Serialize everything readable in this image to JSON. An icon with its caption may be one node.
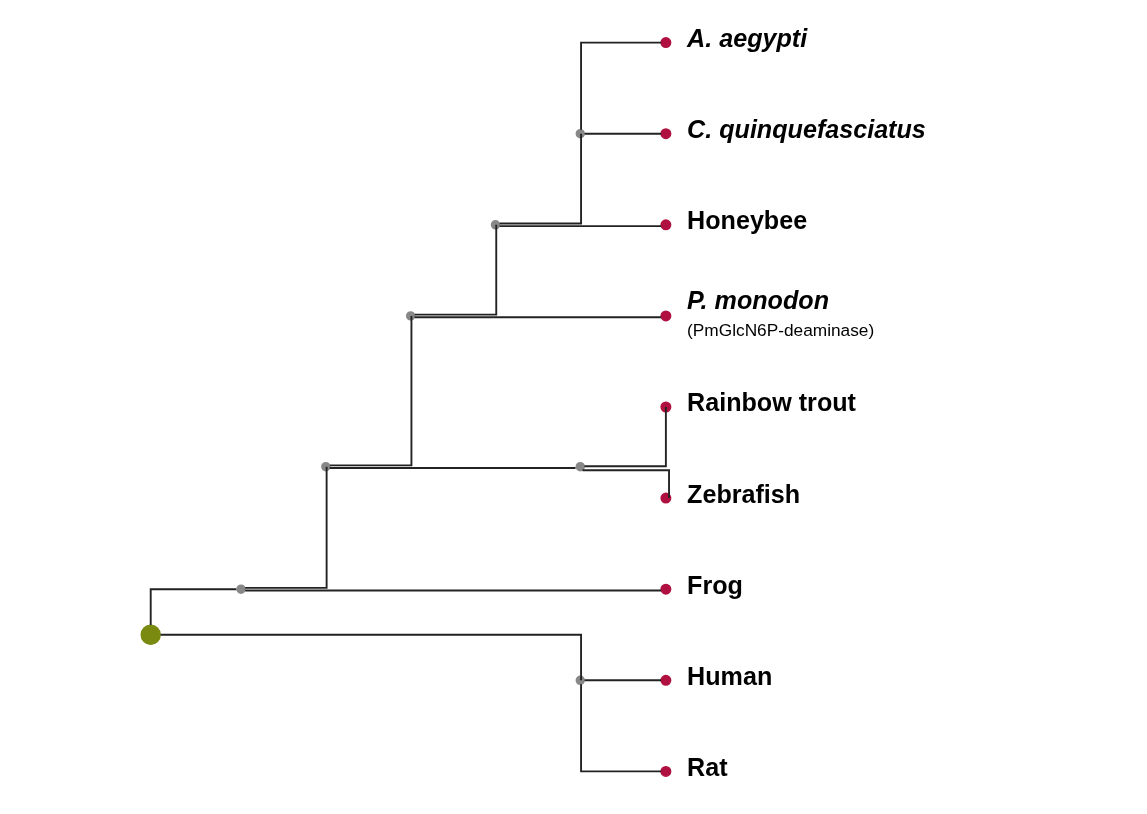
{
  "diagram": {
    "nodes": [
      {
        "text": [],
        "shape": "circle"
      },
      {
        "text": [],
        "shape": "circle"
      },
      {
        "text": [],
        "shape": "circle"
      },
      {
        "text": [],
        "shape": "circle"
      },
      {
        "text": [],
        "shape": "circle"
      },
      {
        "text": [],
        "shape": "circle"
      },
      {
        "text": [],
        "shape": "circle",
        "beside": [
          "A. aegypti"
        ]
      },
      {
        "text": [],
        "shape": "circle",
        "beside": [
          "C. quinquefasciatus"
        ]
      },
      {
        "text": [],
        "shape": "circle",
        "beside": [
          "Honeybee"
        ]
      },
      {
        "text": [],
        "shape": "circle",
        "beside": [
          "P. monodon",
          "(PmGlcN6P-deaminase)"
        ]
      },
      {
        "text": [],
        "shape": "circle"
      },
      {
        "text": [],
        "shape": "circle",
        "beside": [
          "Rainbow trout"
        ]
      },
      {
        "text": [],
        "shape": "circle",
        "beside": [
          "Zebrafish"
        ]
      },
      {
        "text": [],
        "shape": "circle",
        "beside": [
          "Frog"
        ]
      },
      {
        "text": [],
        "shape": "circle"
      },
      {
        "text": [],
        "shape": "circle",
        "beside": [
          "Human"
        ]
      },
      {
        "text": [],
        "shape": "circle",
        "beside": [
          "Rat"
        ]
      }
    ],
    "edges": [
      {
        "from": 0,
        "to": 1,
        "arrow": "none"
      },
      {
        "from": 1,
        "to": 2,
        "arrow": "none"
      },
      {
        "from": 2,
        "to": 3,
        "arrow": "none"
      },
      {
        "from": 3,
        "to": 4,
        "arrow": "none"
      },
      {
        "from": 4,
        "to": 5,
        "arrow": "none"
      },
      {
        "from": 5,
        "to": 6,
        "arrow": "none"
      },
      {
        "from": 5,
        "to": 7,
        "arrow": "none"
      },
      {
        "from": 4,
        "to": 8,
        "arrow": "none"
      },
      {
        "from": 3,
        "to": 9,
        "arrow": "none"
      },
      {
        "from": 2,
        "to": 10,
        "arrow": "none"
      },
      {
        "from": 10,
        "to": 11,
        "arrow": "none"
      },
      {
        "from": 10,
        "to": 12,
        "arrow": "none"
      },
      {
        "from": 1,
        "to": 13,
        "arrow": "none"
      },
      {
        "from": 0,
        "to": 14,
        "arrow": "none"
      },
      {
        "from": 14,
        "to": 15,
        "arrow": "none"
      },
      {
        "from": 14,
        "to": 16,
        "arrow": "none"
      }
    ]
  }
}
